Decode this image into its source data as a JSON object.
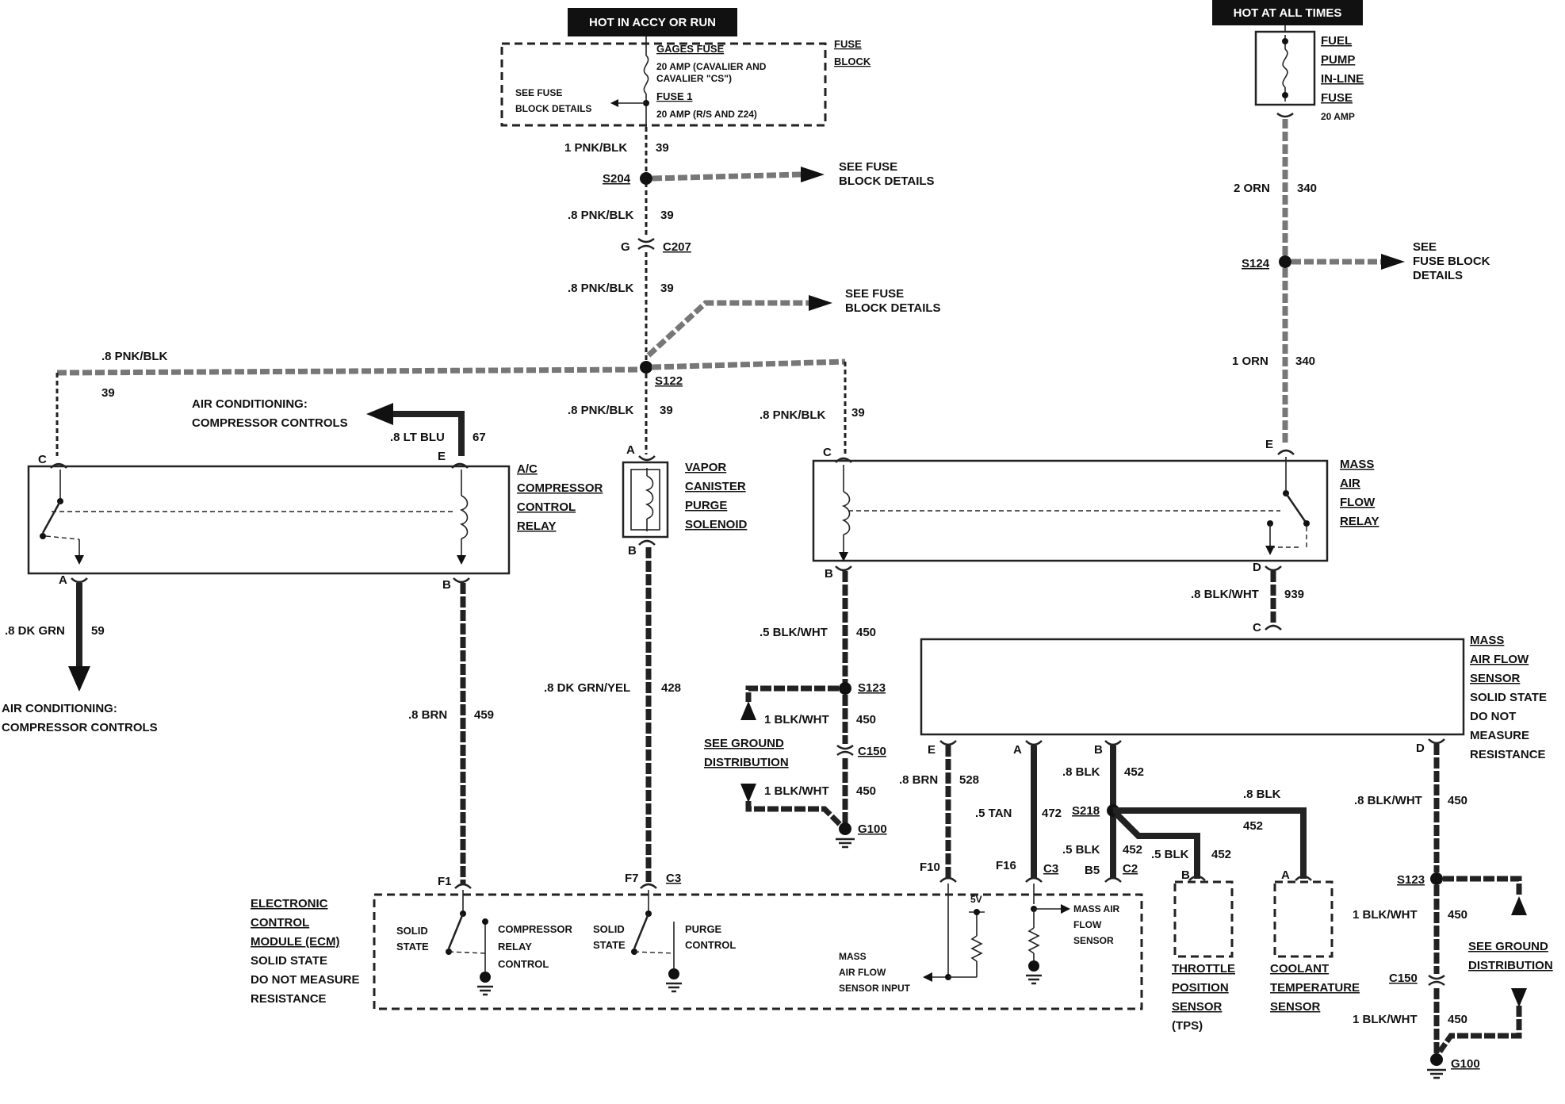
{
  "power": {
    "hot_accy": "HOT IN ACCY OR RUN",
    "hot_always": "HOT AT ALL TIMES"
  },
  "fuse_block": {
    "gages_fuse": "GAGES FUSE",
    "gages_rating_1": "20 AMP (CAVALIER AND",
    "gages_rating_2": "CAVALIER \"CS\")",
    "fuse1": "FUSE 1",
    "fuse1_rating": "20 AMP (R/S AND Z24)",
    "block_1": "FUSE",
    "block_2": "BLOCK",
    "see_1": "SEE FUSE",
    "see_2": "BLOCK DETAILS"
  },
  "fuel_fuse": {
    "l1": "FUEL",
    "l2": "PUMP",
    "l3": "IN-LINE",
    "l4": "FUSE",
    "rating": "20 AMP"
  },
  "refs": {
    "see_fuse_1": "SEE FUSE",
    "see_fuse_2": "BLOCK DETAILS",
    "see_fuse_3": "SEE FUSE",
    "see_fuse_4": "BLOCK DETAILS",
    "see_r1": "SEE",
    "see_r2": "FUSE BLOCK",
    "see_r3": "DETAILS",
    "see_ground_1": "SEE GROUND",
    "see_ground_2": "DISTRIBUTION",
    "see_ground_3": "SEE GROUND",
    "see_ground_4": "DISTRIBUTION",
    "ac_top_1": "AIR CONDITIONING:",
    "ac_top_2": "COMPRESSOR CONTROLS",
    "ac_bot_1": "AIR CONDITIONING:",
    "ac_bot_2": "COMPRESSOR CONTROLS"
  },
  "splices": {
    "s204": "S204",
    "c207": "C207",
    "g": "G",
    "s122": "S122",
    "s124": "S124",
    "s123a": "S123",
    "c150a": "C150",
    "g100a": "G100",
    "s218": "S218",
    "s123b": "S123",
    "c150b": "C150",
    "g100b": "G100"
  },
  "wires": {
    "w_1pnkblk": "1 PNK/BLK",
    "c39a": "39",
    "w_8pnkblk_a": ".8 PNK/BLK",
    "c39b": "39",
    "w_8pnkblk_b": ".8 PNK/BLK",
    "c39c": "39",
    "w_8pnkblk_left": ".8 PNK/BLK",
    "c39d": "39",
    "w_8pnkblk_mid": ".8 PNK/BLK",
    "c39e": "39",
    "w_8pnkblk_right": ".8 PNK/BLK",
    "c39f": "39",
    "w_8ltblu": ".8 LT BLU",
    "c67": "67",
    "w_8dkgrn": ".8 DK GRN",
    "c59": "59",
    "w_8brn": ".8 BRN",
    "c459": "459",
    "w_8dkgrnyel": ".8 DK GRN/YEL",
    "c428": "428",
    "w_5blkwht": ".5 BLK/WHT",
    "c450a": "450",
    "w_1blkwht_a": "1 BLK/WHT",
    "c450b": "450",
    "w_1blkwht_b": "1 BLK/WHT",
    "c450c": "450",
    "w_2orn": "2 ORN",
    "c340a": "340",
    "w_1orn": "1 ORN",
    "c340b": "340",
    "w_8blkwht": ".8 BLK/WHT",
    "c939": "939",
    "w_8brn_b": ".8 BRN",
    "c528": "528",
    "w_5tan": ".5 TAN",
    "c472": "472",
    "w_8blk": ".8 BLK",
    "c452a": "452",
    "w_8blk_b": ".8 BLK",
    "c452b": "452",
    "w_5blk": ".5 BLK",
    "c452c": "452",
    "w_5blk_b": ".5 BLK",
    "c452d": "452",
    "w_8blkwht_b": ".8 BLK/WHT",
    "c450d": "450",
    "w_1blkwht_c": "1 BLK/WHT",
    "c450e": "450",
    "w_1blkwht_d": "1 BLK/WHT",
    "c450f": "450"
  },
  "components": {
    "ac_relay": [
      "A/C",
      "COMPRESSOR",
      "CONTROL",
      "RELAY"
    ],
    "vapor": [
      "VAPOR",
      "CANISTER",
      "PURGE",
      "SOLENOID"
    ],
    "maf_relay": [
      "MASS",
      "AIR",
      "FLOW",
      "RELAY"
    ],
    "maf_sensor": [
      "MASS",
      "AIR FLOW",
      "SENSOR",
      "SOLID STATE",
      "DO NOT",
      "MEASURE",
      "RESISTANCE"
    ],
    "ecm": [
      "ELECTRONIC",
      "CONTROL",
      "MODULE (ECM)",
      "SOLID STATE",
      "DO NOT MEASURE",
      "RESISTANCE"
    ],
    "tps": [
      "THROTTLE",
      "POSITION",
      "SENSOR",
      "(TPS)"
    ],
    "coolant": [
      "COOLANT",
      "TEMPERATURE",
      "SENSOR"
    ],
    "ecm_inner": {
      "solid1": "SOLID",
      "state1": "STATE",
      "comp1": "COMPRESSOR",
      "comp2": "RELAY",
      "comp3": "CONTROL",
      "solid2": "SOLID",
      "state2": "STATE",
      "purge1": "PURGE",
      "purge2": "CONTROL",
      "maf_in1": "MASS",
      "maf_in2": "AIR FLOW",
      "maf_in3": "SENSOR INPUT",
      "v5": "5V",
      "maf_s1": "MASS AIR",
      "maf_s2": "FLOW",
      "maf_s3": "SENSOR"
    }
  },
  "pins": {
    "acC": "C",
    "acE": "E",
    "acA": "A",
    "acB": "B",
    "vA": "A",
    "vB": "B",
    "mrC": "C",
    "mrB": "B",
    "mrE": "E",
    "mrD": "D",
    "msC": "C",
    "msE": "E",
    "msA": "A",
    "msB": "B",
    "msD": "D",
    "F1": "F1",
    "F7": "F7",
    "C3a": "C3",
    "F10": "F10",
    "F16": "F16",
    "C3b": "C3",
    "B5": "B5",
    "C2": "C2",
    "tpsB": "B",
    "ctsA": "A"
  }
}
